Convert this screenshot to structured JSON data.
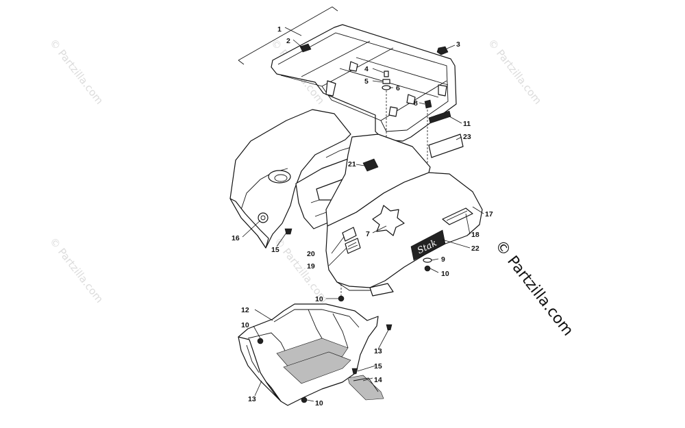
{
  "watermarks": {
    "small": "© Partzilla.com",
    "large": "© Partzilla.com"
  },
  "decal_text": "Stak",
  "callouts": {
    "c1": "1",
    "c2": "2",
    "c3": "3",
    "c4": "4",
    "c5": "5",
    "c6": "6",
    "c7": "7",
    "c8": "8",
    "c9": "9",
    "c10a": "10",
    "c10b": "10",
    "c10c": "10",
    "c10d": "10",
    "c11": "11",
    "c12": "12",
    "c13a": "13",
    "c13b": "13",
    "c14": "14",
    "c15a": "15",
    "c15b": "15",
    "c16": "16",
    "c17": "17",
    "c18": "18",
    "c19": "19",
    "c20": "20",
    "c21": "21",
    "c22": "22",
    "c23": "23"
  }
}
